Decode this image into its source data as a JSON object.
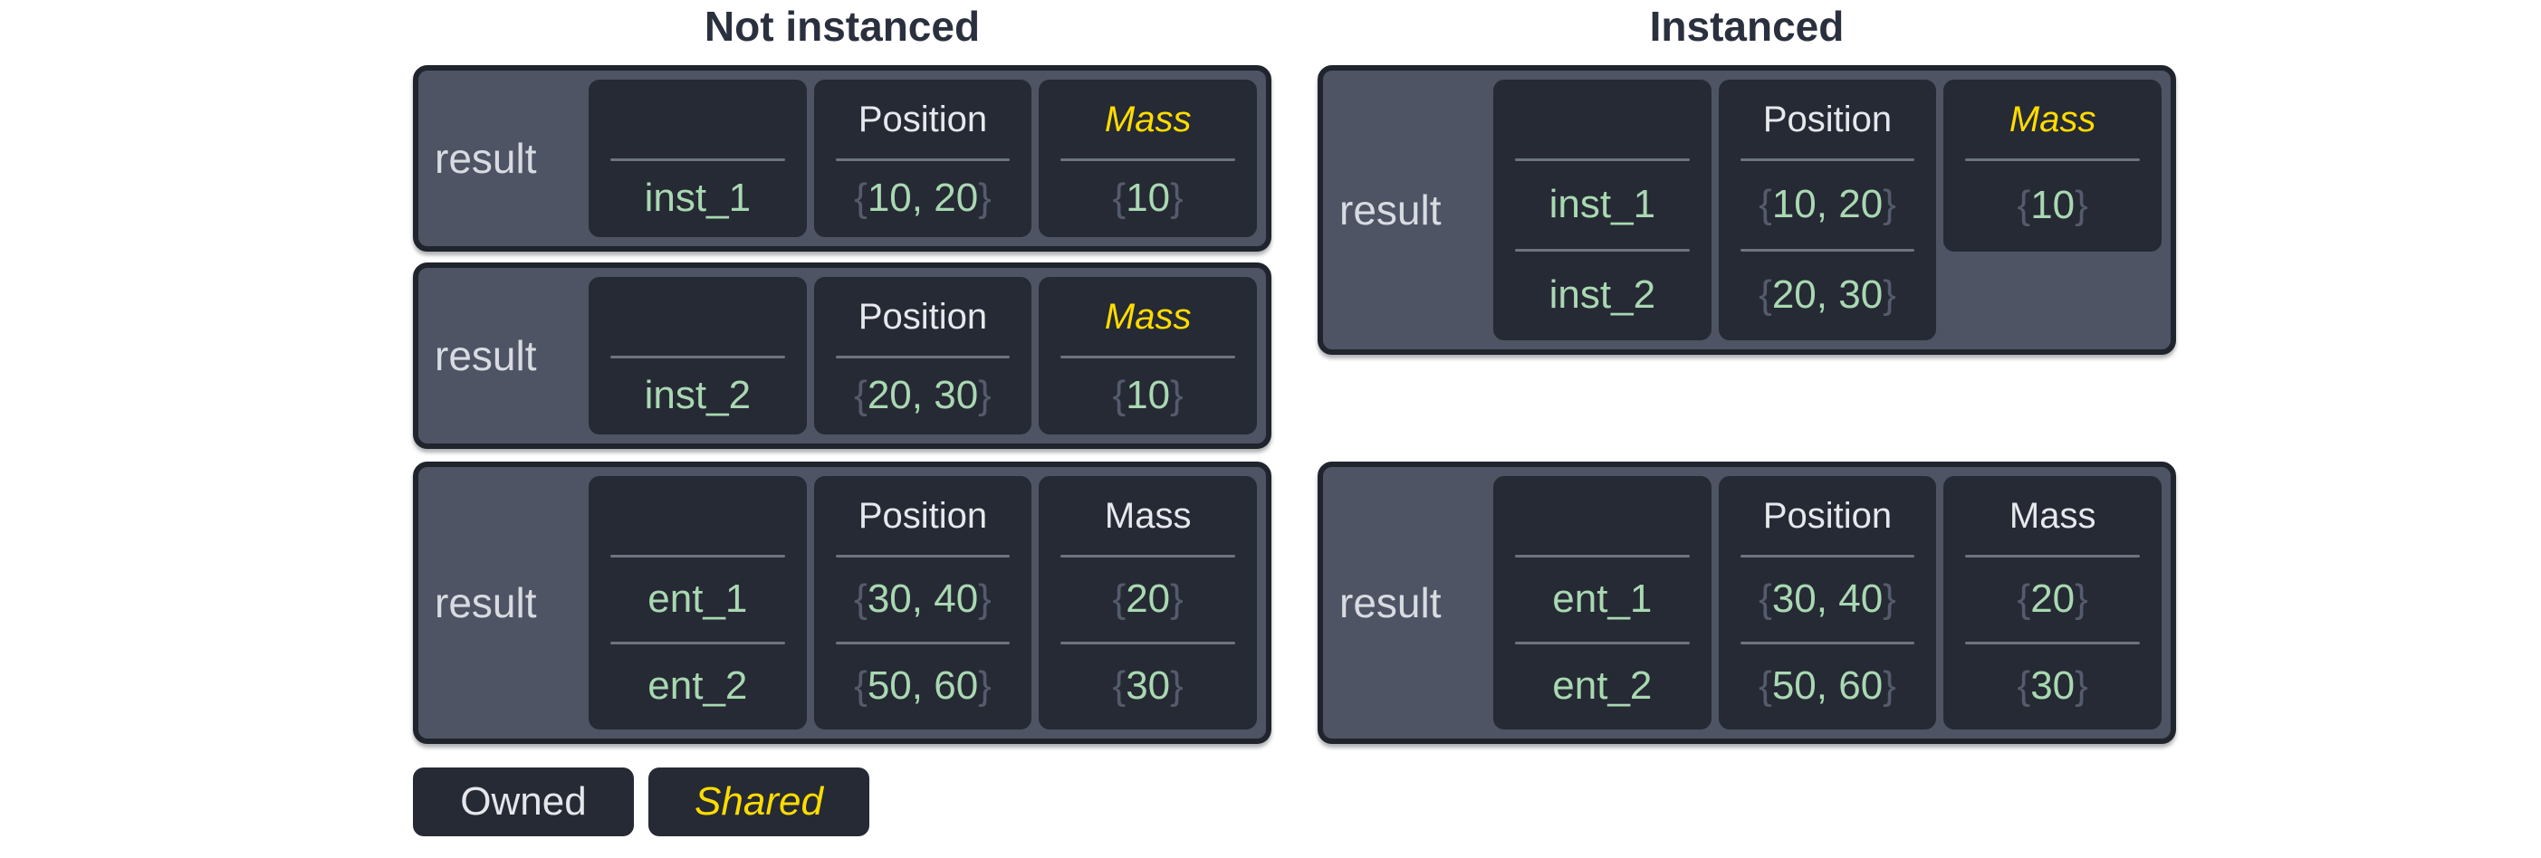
{
  "titles": {
    "not_instanced": "Not instanced",
    "instanced": "Instanced"
  },
  "syntax": {
    "brace_open": "{",
    "brace_close": "}"
  },
  "colors": {
    "shared_yellow": "#ffdc00",
    "value_green": "#a9d8b2",
    "brace_gray": "#545b6c",
    "box_slate": "#4e5464",
    "cell_dark": "#262a34",
    "border_dark": "#20242d",
    "header_white": "#e6e8ed",
    "title_dark": "#2a303e"
  },
  "boxes": {
    "ni1": {
      "label": "result",
      "entity": {
        "rows": [
          "inst_1"
        ]
      },
      "position": {
        "header": "Position",
        "rows": [
          "10, 20"
        ]
      },
      "mass": {
        "header": "Mass",
        "shared": true,
        "rows": [
          "10"
        ]
      }
    },
    "ni2": {
      "label": "result",
      "entity": {
        "rows": [
          "inst_2"
        ]
      },
      "position": {
        "header": "Position",
        "rows": [
          "20, 30"
        ]
      },
      "mass": {
        "header": "Mass",
        "shared": true,
        "rows": [
          "10"
        ]
      }
    },
    "ni3": {
      "label": "result",
      "entity": {
        "rows": [
          "ent_1",
          "ent_2"
        ]
      },
      "position": {
        "header": "Position",
        "rows": [
          "30, 40",
          "50, 60"
        ]
      },
      "mass": {
        "header": "Mass",
        "shared": false,
        "rows": [
          "20",
          "30"
        ]
      }
    },
    "i1": {
      "label": "result",
      "entity": {
        "rows": [
          "inst_1",
          "inst_2"
        ]
      },
      "position": {
        "header": "Position",
        "rows": [
          "10, 20",
          "20, 30"
        ]
      },
      "mass": {
        "header": "Mass",
        "shared": true,
        "rows": [
          "10"
        ]
      }
    },
    "i2": {
      "label": "result",
      "entity": {
        "rows": [
          "ent_1",
          "ent_2"
        ]
      },
      "position": {
        "header": "Position",
        "rows": [
          "30, 40",
          "50, 60"
        ]
      },
      "mass": {
        "header": "Mass",
        "shared": false,
        "rows": [
          "20",
          "30"
        ]
      }
    }
  },
  "legend": {
    "owned": "Owned",
    "shared": "Shared"
  }
}
